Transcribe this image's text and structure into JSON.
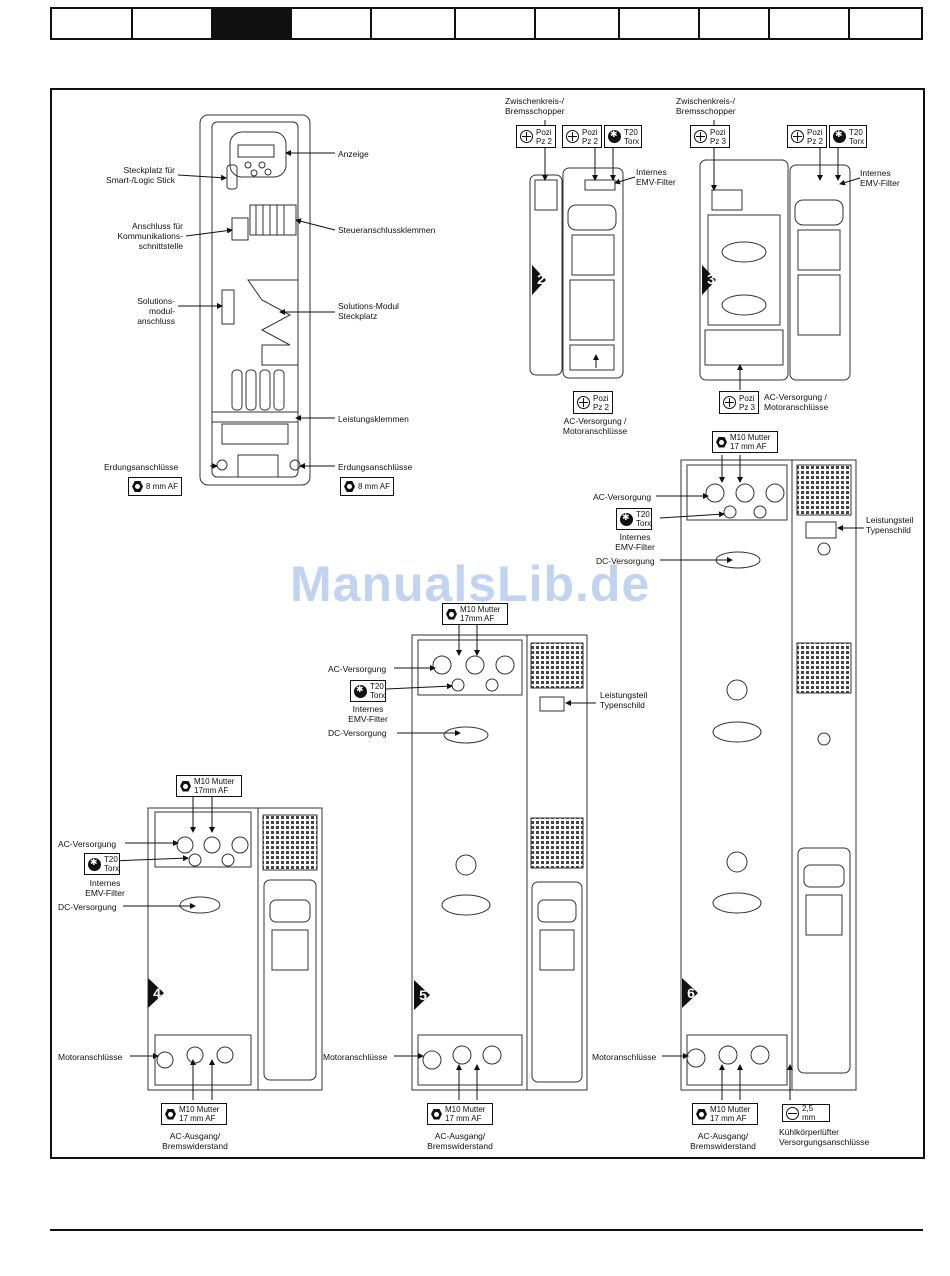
{
  "header": {
    "tab_count": 11,
    "active_tab": 3
  },
  "watermark": "ManualsLib.de",
  "drive1": {
    "labels": {
      "steckplatz": "Steckplatz für\nSmart-/Logic Stick",
      "anzeige": "Anzeige",
      "komm": "Anschluss für\nKommunikations-\nschnittstelle",
      "steuer": "Steueranschlussklemmen",
      "solutions_anschluss": "Solutions-\nmodul-\nanschluss",
      "solutions_steckplatz": "Solutions-Modul\nSteckplatz",
      "leistung": "Leistungsklemmen",
      "erdung_l": "Erdungsanschlüsse",
      "erdung_r": "Erdungsanschlüsse",
      "tool_l": "8 mm AF",
      "tool_r": "8 mm AF"
    }
  },
  "drive2": {
    "badge": "2",
    "labels": {
      "zwischen": "Zwischenkreis-/\nBremsschopper",
      "tool_a": "Pozi\nPz 2",
      "tool_b": "Pozi\nPz 2",
      "tool_c": "T20\nTorx",
      "emv": "Internes\nEMV-Filter",
      "tool_bottom": "Pozi\nPz 2",
      "ac": "AC-Versorgung /\nMotoranschlüsse"
    }
  },
  "drive3": {
    "badge": "3",
    "labels": {
      "zwischen": "Zwischenkreis-/\nBremsschopper",
      "tool_a": "Pozi\nPz 3",
      "tool_b": "Pozi\nPz 2",
      "tool_c": "T20\nTorx",
      "emv": "Internes\nEMV-Filter",
      "tool_bottom": "Pozi\nPz 3",
      "ac": "AC-Versorgung /\nMotoranschlüsse"
    }
  },
  "drive4": {
    "badge": "4",
    "labels": {
      "m10_top": "M10 Mutter\n17mm AF",
      "ac": "AC-Versorgung",
      "torx": "T20\nTorx",
      "emv": "Internes\nEMV-Filter",
      "dc": "DC-Versorgung",
      "motor": "Motoranschlüsse",
      "m10_bottom": "M10 Mutter\n17 mm AF",
      "ac_out": "AC-Ausgang/\nBremswiderstand"
    }
  },
  "drive5": {
    "badge": "5",
    "labels": {
      "m10_top": "M10 Mutter\n17mm AF",
      "ac": "AC-Versorgung",
      "torx": "T20\nTorx",
      "emv": "Internes\nEMV-Filter",
      "dc": "DC-Versorgung",
      "typen": "Leistungsteil\nTypenschild",
      "motor": "Motoranschlüsse",
      "m10_bottom": "M10 Mutter\n17 mm AF",
      "ac_out": "AC-Ausgang/\nBremswiderstand"
    }
  },
  "drive6": {
    "badge": "6",
    "labels": {
      "m10_top": "M10 Mutter\n17 mm AF",
      "ac": "AC-Versorgung",
      "torx": "T20\nTorx",
      "emv": "Internes\nEMV-Filter",
      "dc": "DC-Versorgung",
      "typen": "Leistungsteil\nTypenschild",
      "motor": "Motoranschlüsse",
      "m10_bottom": "M10 Mutter\n17 mm AF",
      "ac_out": "AC-Ausgang/\nBremswiderstand",
      "tool_fan": "2,5 mm",
      "fan": "Kühlkörperlüfter\nVersorgungsanschlüsse"
    }
  }
}
